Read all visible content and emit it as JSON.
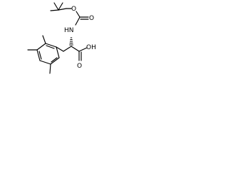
{
  "molecule": {
    "atoms": {
      "carbonyl_oxygen_top": "O",
      "ring_oxygen_ether": "O",
      "nitrogen": "HN",
      "acid_oxygen": "O",
      "hydroxyl": "OH"
    }
  }
}
